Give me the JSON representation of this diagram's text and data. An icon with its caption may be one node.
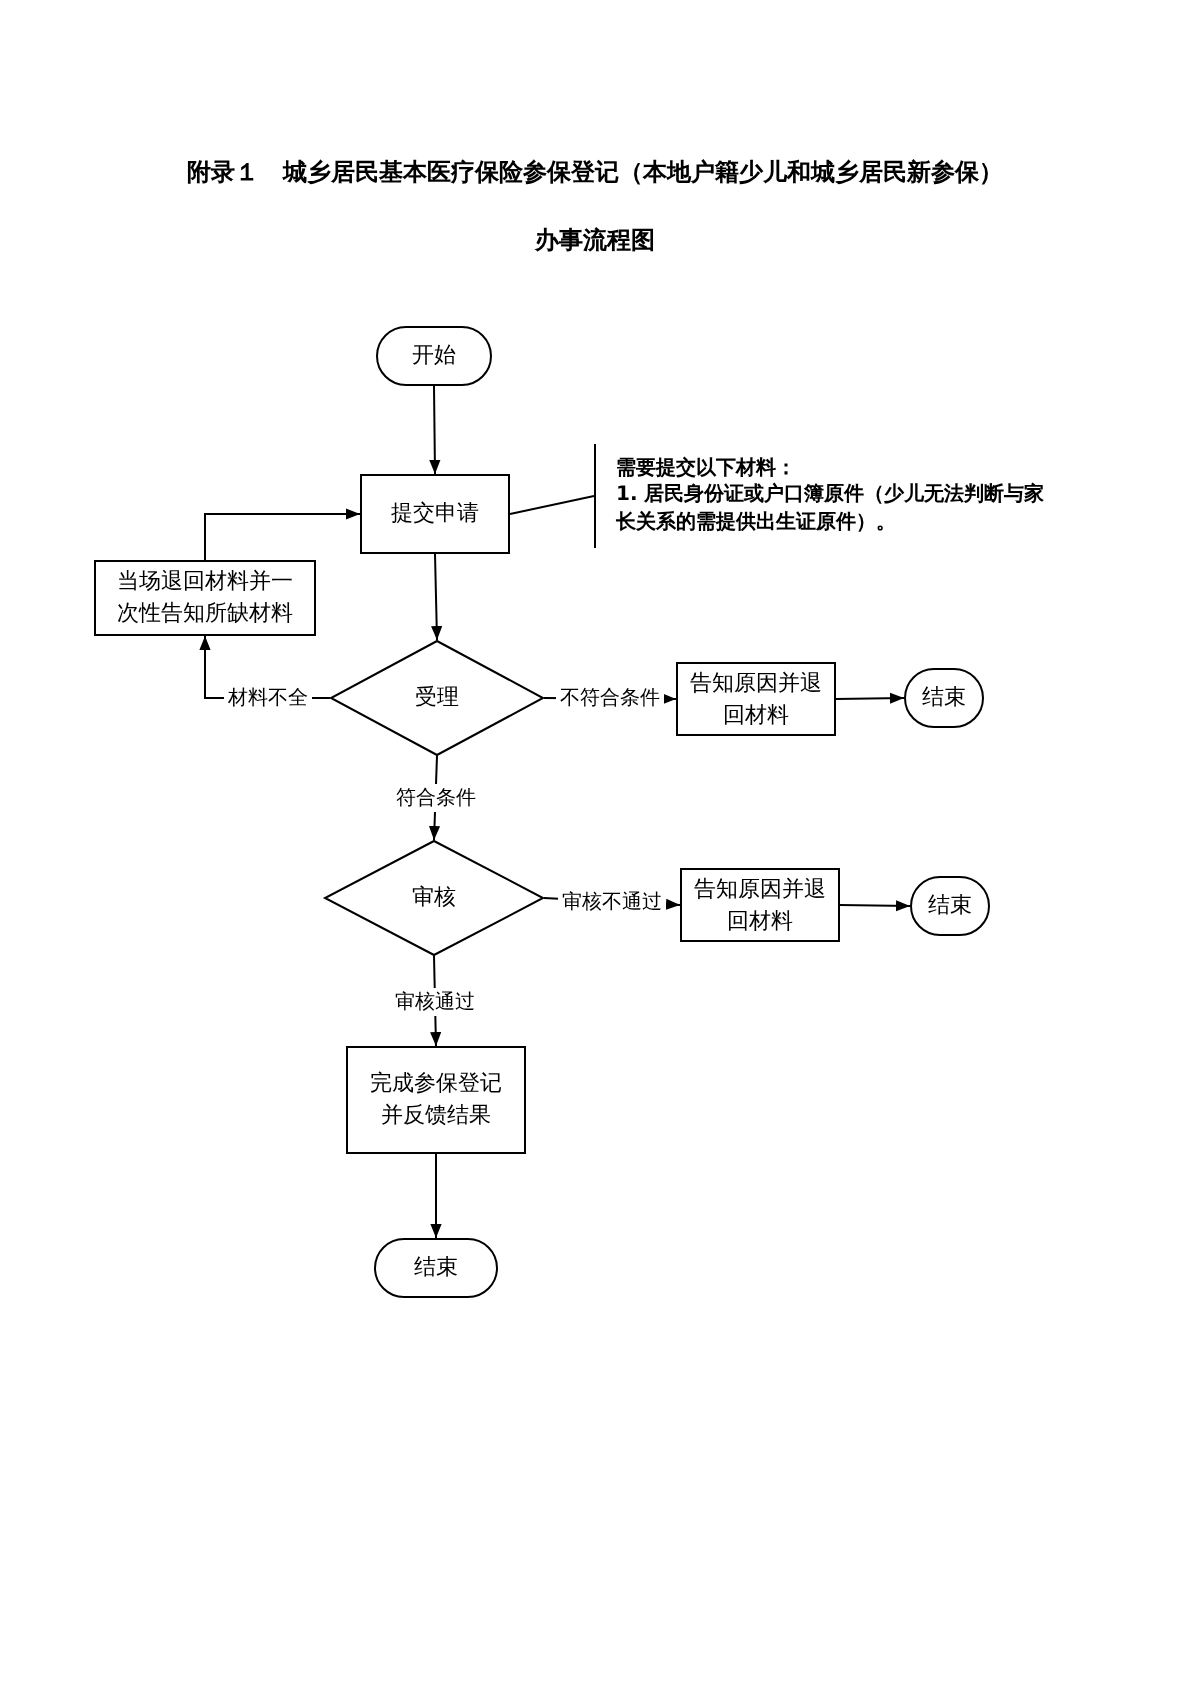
{
  "diagram": {
    "title": "附录１　城乡居民基本医疗保险参保登记（本地户籍少儿和城乡居民新参保）",
    "nodes": [
      {
        "text": [
          "开始"
        ]
      },
      {
        "text": [
          "提交申请"
        ]
      },
      {
        "text": [
          "需要提交以下材料：",
          "1. 居民身份证或户口簿原件（少儿无法判断与家长关系的需提供出生证原件）。"
        ]
      },
      {
        "text": [
          "当场退回材料并一次性告知所缺材料"
        ]
      },
      {
        "text": [
          "受理"
        ]
      },
      {
        "text": [
          "告知原因并退回材料"
        ]
      },
      {
        "text": [
          "结束"
        ]
      },
      {
        "text": [
          "审核"
        ]
      },
      {
        "text": [
          "告知原因并退回材料"
        ]
      },
      {
        "text": [
          "结束"
        ]
      },
      {
        "text": [
          "完成参保登记并反馈结果"
        ]
      },
      {
        "text": [
          "结束"
        ]
      }
    ],
    "edges": [
      {
        "from": 0,
        "to": 1,
        "arrow": "to"
      },
      {
        "from": 1,
        "to": 4,
        "arrow": "to"
      },
      {
        "from": 4,
        "to": 3,
        "arrow": "to",
        "label": "材料不全"
      },
      {
        "from": 3,
        "to": 1,
        "arrow": "to"
      },
      {
        "from": 4,
        "to": 5,
        "arrow": "to",
        "label": "不符合条件"
      },
      {
        "from": 5,
        "to": 6,
        "arrow": "to"
      },
      {
        "from": 4,
        "to": 7,
        "arrow": "to",
        "label": "符合条件"
      },
      {
        "from": 7,
        "to": 8,
        "arrow": "to",
        "label": "审核不通过"
      },
      {
        "from": 8,
        "to": 9,
        "arrow": "to"
      },
      {
        "from": 7,
        "to": 10,
        "arrow": "to",
        "label": "审核通过"
      },
      {
        "from": 10,
        "to": 11,
        "arrow": "to"
      },
      {
        "from": 1,
        "to": 2,
        "arrow": "none"
      }
    ],
    "labels": [
      "办事流程图"
    ]
  }
}
